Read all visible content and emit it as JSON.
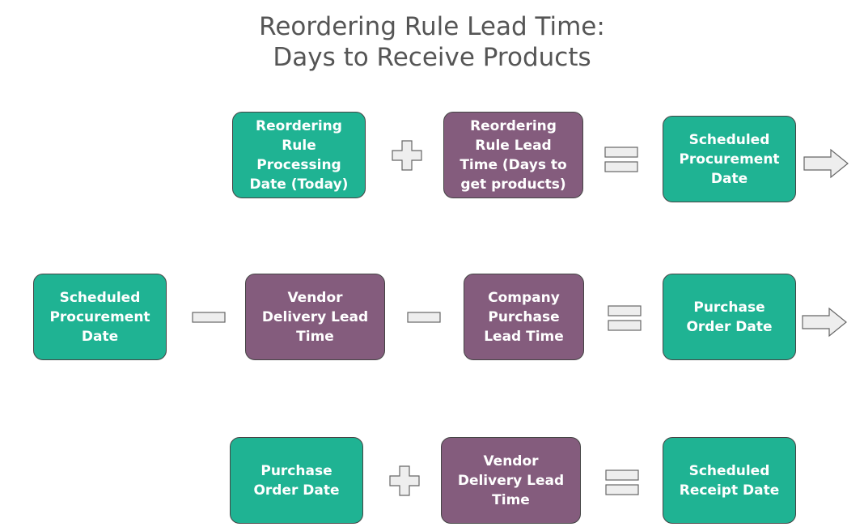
{
  "title": {
    "line1": "Reordering Rule Lead Time:",
    "line2": "Days to Receive Products"
  },
  "colors": {
    "date_box": "#1fb393",
    "lead_time_box": "#845c7d",
    "operator_fill": "#eeeeee",
    "operator_stroke": "#666666"
  },
  "rows": [
    {
      "items": [
        {
          "kind": "box",
          "style": "date_box",
          "text": "Reordering\nRule\nProcessing\nDate (Today)"
        },
        {
          "kind": "op",
          "symbol": "plus-icon"
        },
        {
          "kind": "box",
          "style": "lead_time_box",
          "text": "Reordering\nRule Lead\nTime (Days to\nget products)"
        },
        {
          "kind": "op",
          "symbol": "equals-icon"
        },
        {
          "kind": "box",
          "style": "date_box",
          "text": "Scheduled\nProcurement\nDate"
        },
        {
          "kind": "op",
          "symbol": "arrow-right-icon"
        }
      ]
    },
    {
      "items": [
        {
          "kind": "box",
          "style": "date_box",
          "text": "Scheduled\nProcurement\nDate"
        },
        {
          "kind": "op",
          "symbol": "minus-icon"
        },
        {
          "kind": "box",
          "style": "lead_time_box",
          "text": "Vendor\nDelivery Lead\nTime"
        },
        {
          "kind": "op",
          "symbol": "minus-icon"
        },
        {
          "kind": "box",
          "style": "lead_time_box",
          "text": "Company\nPurchase\nLead Time"
        },
        {
          "kind": "op",
          "symbol": "equals-icon"
        },
        {
          "kind": "box",
          "style": "date_box",
          "text": "Purchase\nOrder Date"
        },
        {
          "kind": "op",
          "symbol": "arrow-right-icon"
        }
      ]
    },
    {
      "items": [
        {
          "kind": "box",
          "style": "date_box",
          "text": "Purchase\nOrder Date"
        },
        {
          "kind": "op",
          "symbol": "plus-icon"
        },
        {
          "kind": "box",
          "style": "lead_time_box",
          "text": "Vendor\nDelivery Lead\nTime"
        },
        {
          "kind": "op",
          "symbol": "equals-icon"
        },
        {
          "kind": "box",
          "style": "date_box",
          "text": "Scheduled\nReceipt Date"
        }
      ]
    }
  ]
}
